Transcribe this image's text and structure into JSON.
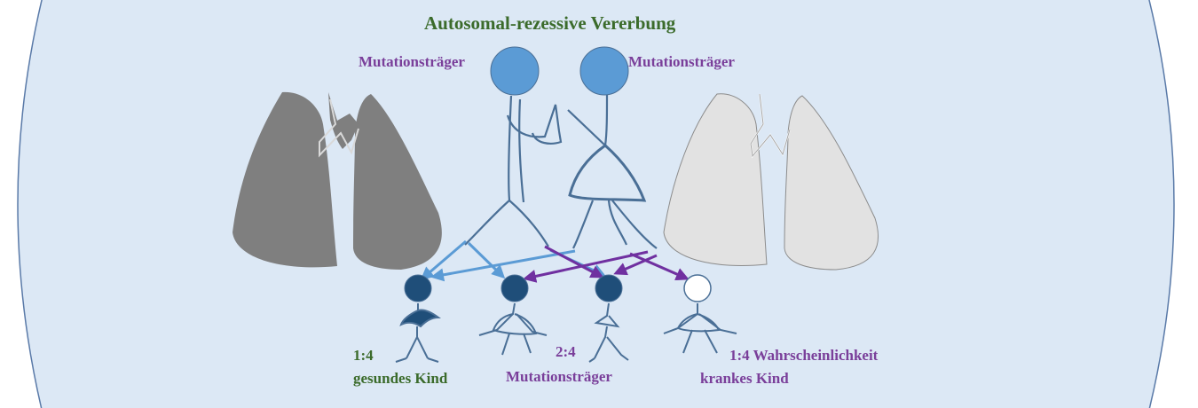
{
  "title": "Autosomal-rezessive Vererbung",
  "parents": {
    "left_label": "Mutationsträger",
    "right_label": "Mutationsträger"
  },
  "results": {
    "healthy": {
      "ratio": "1:4",
      "label": "gesundes Kind"
    },
    "carrier": {
      "ratio": "2:4",
      "label": "Mutationsträger"
    },
    "sick": {
      "ratio": "1:4 Wahrscheinlichkeit",
      "label": "krankes Kind"
    }
  },
  "colors": {
    "panel_bg": "#dce8f5",
    "panel_border": "#5a7aa8",
    "title": "#3b6b2b",
    "carrier_text": "#7a3f9a",
    "healthy_text": "#3b6b2b",
    "head_light": "#5b9bd5",
    "head_dark": "#1f4e79",
    "line_stroke": "#4a6f96",
    "arrow_light_blue": "#5b9bd5",
    "arrow_purple": "#7030a0",
    "lung_dark": "#7f7f7f",
    "lung_light": "#e2e2e2"
  }
}
